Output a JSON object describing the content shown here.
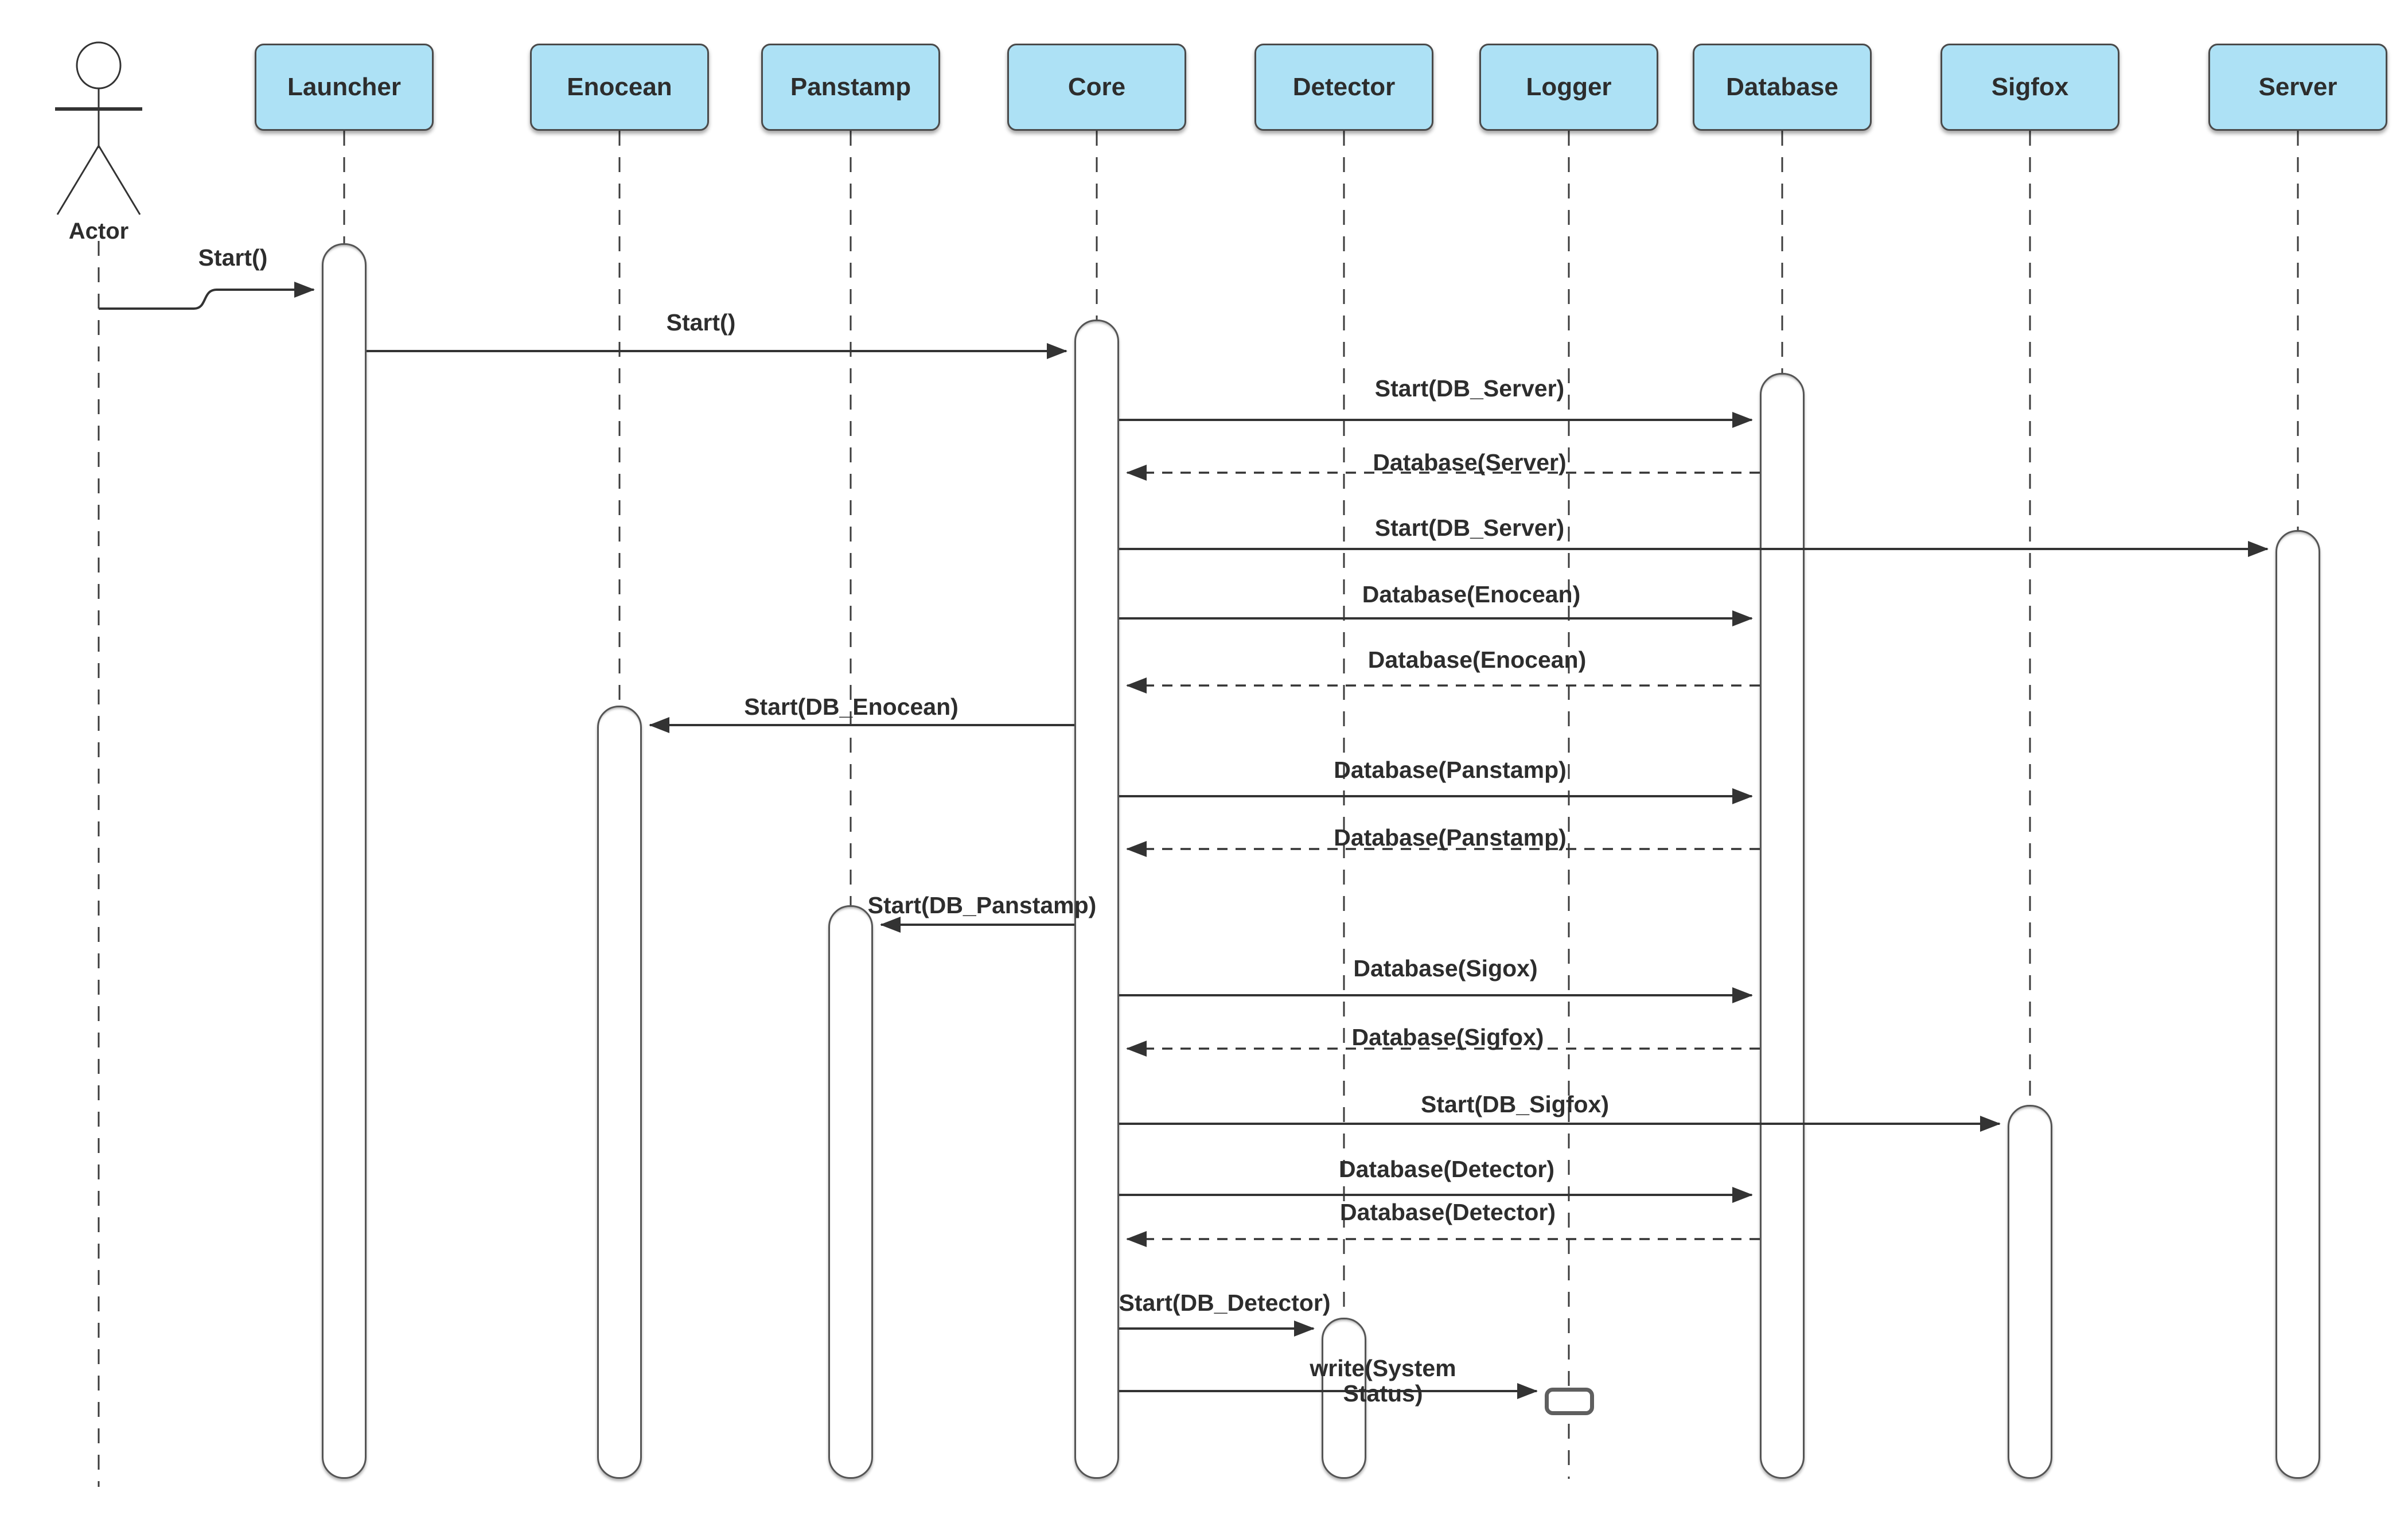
{
  "actor": {
    "label": "Actor"
  },
  "lifelines": [
    {
      "label": "Launcher"
    },
    {
      "label": "Enocean"
    },
    {
      "label": "Panstamp"
    },
    {
      "label": "Core"
    },
    {
      "label": "Detector"
    },
    {
      "label": "Logger"
    },
    {
      "label": "Database"
    },
    {
      "label": "Sigfox"
    },
    {
      "label": "Server"
    }
  ],
  "messages": [
    {
      "label": "Start()",
      "from": "Actor",
      "to": "Launcher",
      "kind": "solid"
    },
    {
      "label": "Start()",
      "from": "Launcher",
      "to": "Core",
      "kind": "solid"
    },
    {
      "label": "Start(DB_Server)",
      "from": "Core",
      "to": "Database",
      "kind": "solid"
    },
    {
      "label": "Database(Server)",
      "from": "Database",
      "to": "Core",
      "kind": "dashed-return"
    },
    {
      "label": "Start(DB_Server)",
      "from": "Core",
      "to": "Server",
      "kind": "solid"
    },
    {
      "label": "Database(Enocean)",
      "from": "Core",
      "to": "Database",
      "kind": "solid"
    },
    {
      "label": "Database(Enocean)",
      "from": "Database",
      "to": "Core",
      "kind": "dashed-return"
    },
    {
      "label": "Start(DB_Enocean)",
      "from": "Core",
      "to": "Enocean",
      "kind": "solid"
    },
    {
      "label": "Database(Panstamp)",
      "from": "Core",
      "to": "Database",
      "kind": "solid"
    },
    {
      "label": "Database(Panstamp)",
      "from": "Database",
      "to": "Core",
      "kind": "dashed-return"
    },
    {
      "label": "Start(DB_Panstamp)",
      "from": "Core",
      "to": "Panstamp",
      "kind": "solid"
    },
    {
      "label": "Database(Sigox)",
      "from": "Core",
      "to": "Database",
      "kind": "solid"
    },
    {
      "label": "Database(Sigfox)",
      "from": "Database",
      "to": "Core",
      "kind": "dashed-return"
    },
    {
      "label": "Start(DB_Sigfox)",
      "from": "Core",
      "to": "Sigfox",
      "kind": "solid"
    },
    {
      "label": "Database(Detector)",
      "from": "Core",
      "to": "Database",
      "kind": "solid"
    },
    {
      "label": "Database(Detector)",
      "from": "Database",
      "to": "Core",
      "kind": "dashed-return"
    },
    {
      "label": "Start(DB_Detector)",
      "from": "Core",
      "to": "Detector",
      "kind": "solid"
    },
    {
      "label": "write(System Status)",
      "line1": "write(System",
      "line2": "Status)",
      "from": "Core",
      "to": "Logger",
      "kind": "solid"
    }
  ],
  "colors": {
    "box_fill": "#ade1f5",
    "box_border": "#4a4a4a",
    "line": "#333333",
    "text": "#2d2d2d",
    "background": "#ffffff"
  }
}
